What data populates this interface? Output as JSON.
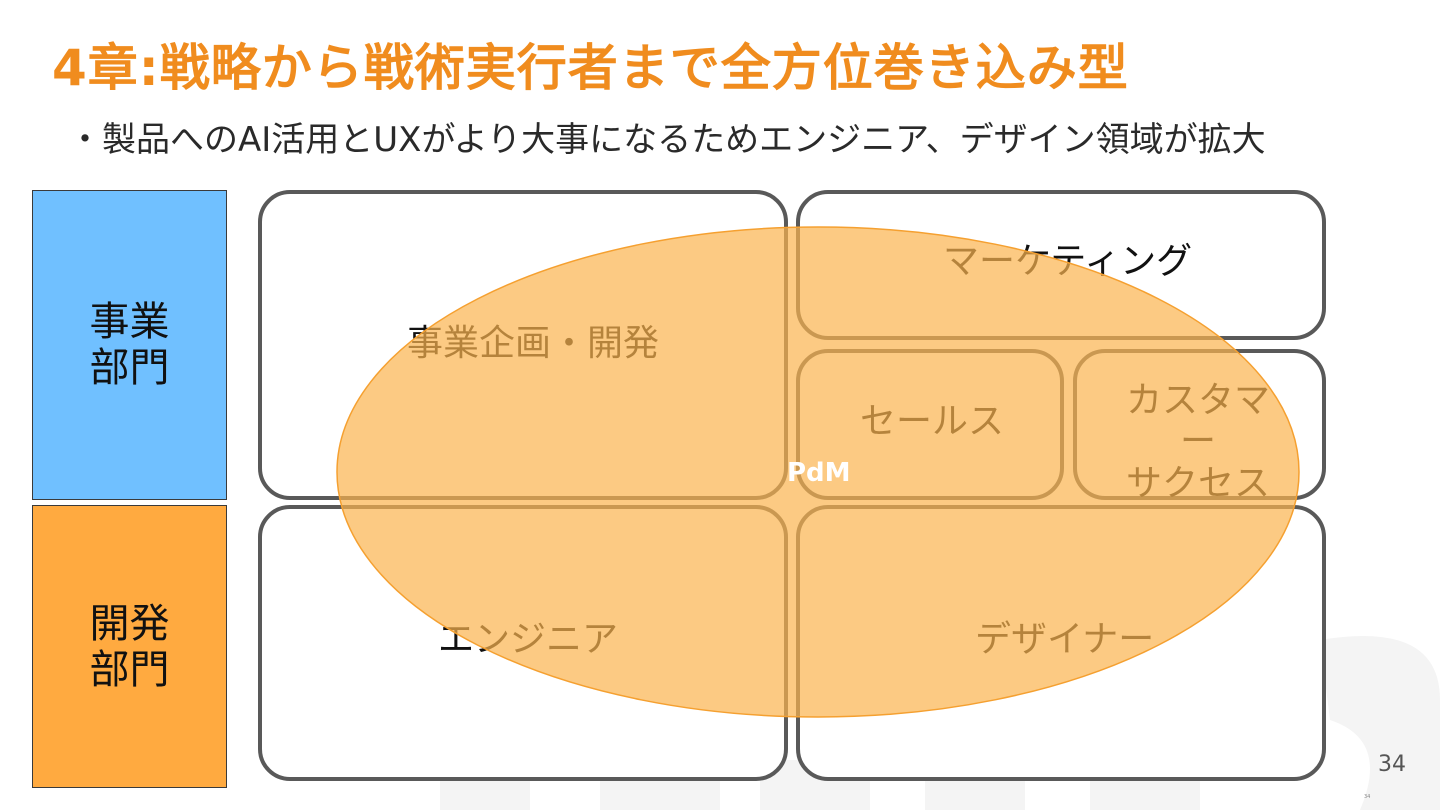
{
  "slide": {
    "title": "4章:戦略から戦術実行者まで全方位巻き込み型",
    "subtitle": "・製品へのAI活用とUXがより大事になるためエンジニア、デザイン領域が拡大",
    "page_number": "34",
    "page_number_small": "34"
  },
  "departments": {
    "business": "事業\n部門",
    "development": "開発\n部門"
  },
  "boxes": {
    "planning": "事業企画・開発",
    "marketing": "マーケティング",
    "sales": "セールス",
    "customer_success": "カスタマー\nサクセス",
    "engineer": "エンジニア",
    "designer": "デザイナー"
  },
  "overlay": {
    "label": "PdM",
    "fill_color": "#FBB44F",
    "opacity": 0.7
  },
  "colors": {
    "title": "#F08C1E",
    "business_dept": "#70C0FF",
    "development_dept": "#FFAA40",
    "box_border": "#595959"
  }
}
